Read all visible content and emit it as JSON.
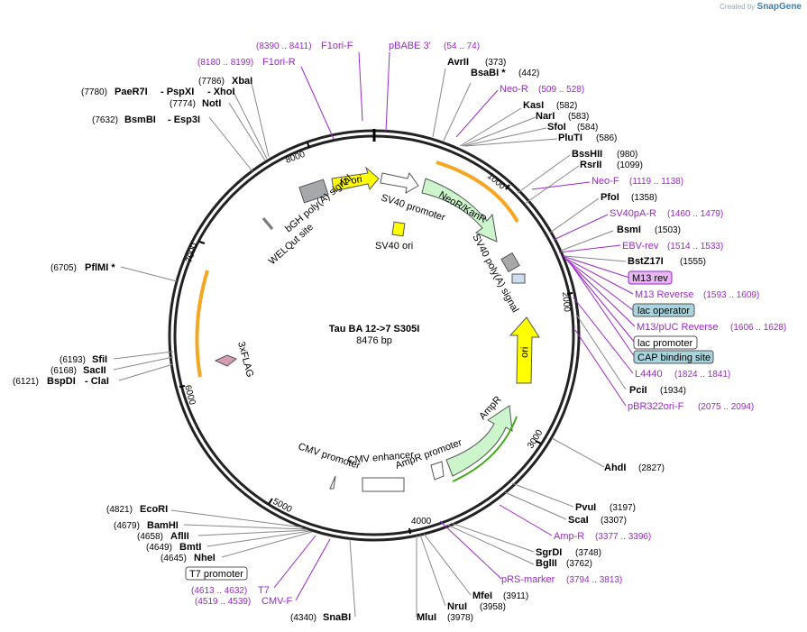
{
  "brand": {
    "created_by": "Created by",
    "name": "SnapGene"
  },
  "plasmid": {
    "name": "Tau BA 12->7  S305I",
    "length": "8476 bp"
  },
  "ticks": [
    "1000",
    "2000",
    "3000",
    "4000",
    "5000",
    "6000",
    "7000",
    "8000"
  ],
  "enzymes": [
    {
      "name": "AvrII",
      "pos": "(373)"
    },
    {
      "name": "BsaBI *",
      "pos": "(442)"
    },
    {
      "name": "KasI",
      "pos": "(582)"
    },
    {
      "name": "NarI",
      "pos": "(583)"
    },
    {
      "name": "SfoI",
      "pos": "(584)"
    },
    {
      "name": "PluTI",
      "pos": "(586)"
    },
    {
      "name": "BssHII",
      "pos": "(980)"
    },
    {
      "name": "RsrII",
      "pos": "(1099)"
    },
    {
      "name": "PfoI",
      "pos": "(1358)"
    },
    {
      "name": "BsmI",
      "pos": "(1503)"
    },
    {
      "name": "BstZ17I",
      "pos": "(1555)"
    },
    {
      "name": "PciI",
      "pos": "(1934)"
    },
    {
      "name": "AhdI",
      "pos": "(2827)"
    },
    {
      "name": "PvuI",
      "pos": "(3197)"
    },
    {
      "name": "ScaI",
      "pos": "(3307)"
    },
    {
      "name": "SgrDI",
      "pos": "(3748)"
    },
    {
      "name": "BglII",
      "pos": "(3762)"
    },
    {
      "name": "MfeI",
      "pos": "(3911)"
    },
    {
      "name": "NruI",
      "pos": "(3958)"
    },
    {
      "name": "MluI",
      "pos": "(3978)"
    },
    {
      "name": "SnaBI",
      "pos": "(4340)"
    },
    {
      "name": "NheI",
      "pos": "(4645)"
    },
    {
      "name": "BmtI",
      "pos": "(4649)"
    },
    {
      "name": "AflII",
      "pos": "(4658)"
    },
    {
      "name": "BamHI",
      "pos": "(4679)"
    },
    {
      "name": "EcoRI",
      "pos": "(4821)"
    },
    {
      "name": "BspDI",
      "pos": "(6121)"
    },
    {
      "name": "- ClaI",
      "pos": ""
    },
    {
      "name": "SacII",
      "pos": "(6168)"
    },
    {
      "name": "SfiI",
      "pos": "(6193)"
    },
    {
      "name": "PflMI *",
      "pos": "(6705)"
    },
    {
      "name": "BsmBI",
      "pos": "(7632)"
    },
    {
      "name": "- Esp3I",
      "pos": ""
    },
    {
      "name": "NotI",
      "pos": "(7774)"
    },
    {
      "name": "PaeR7I",
      "pos": "(7780)"
    },
    {
      "name": "- PspXI",
      "pos": ""
    },
    {
      "name": "- XhoI",
      "pos": ""
    },
    {
      "name": "XbaI",
      "pos": "(7786)"
    }
  ],
  "primers": [
    {
      "name": "F1ori-F",
      "pos": "(8390 .. 8411)"
    },
    {
      "name": "pBABE 3'",
      "pos": "(54 .. 74)"
    },
    {
      "name": "F1ori-R",
      "pos": "(8180 .. 8199)"
    },
    {
      "name": "Neo-R",
      "pos": "(509 .. 528)"
    },
    {
      "name": "Neo-F",
      "pos": "(1119 .. 1138)"
    },
    {
      "name": "SV40pA-R",
      "pos": "(1460 .. 1479)"
    },
    {
      "name": "EBV-rev",
      "pos": "(1514 .. 1533)"
    },
    {
      "name": "M13 rev",
      "pos": ""
    },
    {
      "name": "M13 Reverse",
      "pos": "(1593 .. 1609)"
    },
    {
      "name": "M13/pUC Reverse",
      "pos": "(1606 .. 1628)"
    },
    {
      "name": "L4440",
      "pos": "(1824 .. 1841)"
    },
    {
      "name": "pBR322ori-F",
      "pos": "(2075 .. 2094)"
    },
    {
      "name": "Amp-R",
      "pos": "(3377 .. 3396)"
    },
    {
      "name": "pRS-marker",
      "pos": "(3794 .. 3813)"
    },
    {
      "name": "T7",
      "pos": "(4613 .. 4632)"
    },
    {
      "name": "CMV-F",
      "pos": "(4519 .. 4539)"
    }
  ],
  "boxed_labels": [
    "lac operator",
    "lac promoter",
    "CAP binding site",
    "T7 promoter"
  ],
  "features": [
    "f1 ori",
    "SV40 promoter",
    "NeoR/KanR",
    "SV40 ori",
    "SV40 poly(A) signal",
    "bGH poly(A) signal",
    "WELQut site",
    "ori",
    "AmpR",
    "AmpR promoter",
    "CMV enhancer",
    "CMV promoter",
    "3xFLAG"
  ],
  "colors": {
    "primer": "#9a28c8",
    "yellow": "#ffff00",
    "green": "#ccf5cc",
    "gray": "#a6a9ab",
    "orange": "#f5a623",
    "feature_box": "#a8d4de",
    "m13_box": "#e6b8f0"
  }
}
